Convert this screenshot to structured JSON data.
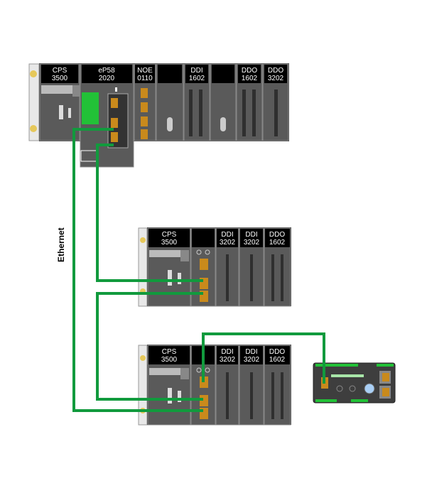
{
  "diagram": {
    "cable_label": "Ethernet",
    "colors": {
      "cable": "#119a3d",
      "module_body": "#5a5a5a",
      "label_bg": "#000000",
      "cpu_green": "#22c137",
      "port_orange": "#c98a1c"
    },
    "racks": [
      {
        "name": "main-rack",
        "modules": [
          {
            "line1": "CPS",
            "line2": "3500"
          },
          {
            "line1": "eP58",
            "line2": "2020"
          },
          {
            "line1": "NOE",
            "line2": "0110"
          },
          {
            "line1": "",
            "line2": ""
          },
          {
            "line1": "DDI",
            "line2": "1602"
          },
          {
            "line1": "",
            "line2": ""
          },
          {
            "line1": "DDO",
            "line2": "1602"
          },
          {
            "line1": "DDO",
            "line2": "3202"
          }
        ]
      },
      {
        "name": "remote-rack-1",
        "modules": [
          {
            "line1": "CPS",
            "line2": "3500"
          },
          {
            "line1": "",
            "line2": ""
          },
          {
            "line1": "DDI",
            "line2": "3202"
          },
          {
            "line1": "DDI",
            "line2": "3202"
          },
          {
            "line1": "DDO",
            "line2": "1602"
          }
        ]
      },
      {
        "name": "remote-rack-2",
        "modules": [
          {
            "line1": "CPS",
            "line2": "3500"
          },
          {
            "line1": "",
            "line2": ""
          },
          {
            "line1": "DDI",
            "line2": "3202"
          },
          {
            "line1": "DDI",
            "line2": "3202"
          },
          {
            "line1": "DDO",
            "line2": "1602"
          }
        ]
      }
    ],
    "device": {
      "name": "distributed-io-device"
    }
  }
}
